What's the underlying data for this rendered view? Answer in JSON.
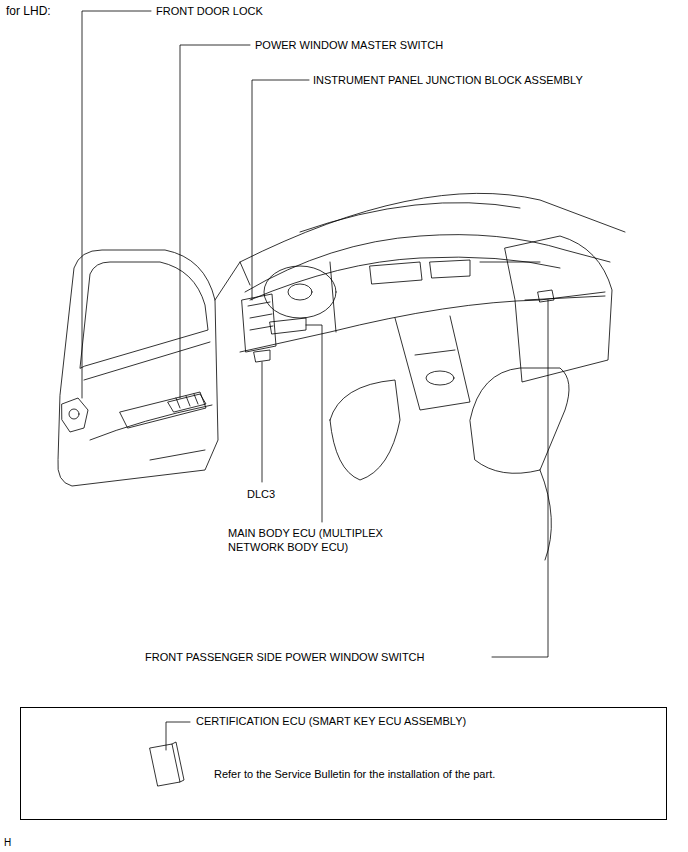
{
  "diagram": {
    "nodes": [
      {
        "text": [
          "CERTIFICATION ECU (SMART KEY ECU ASSEMBLY)",
          "Refer to the Service Bulletin for the installation of the part."
        ]
      }
    ],
    "edges": [],
    "labels": [
      "for LHD:",
      "FRONT DOOR LOCK",
      "POWER WINDOW MASTER SWITCH",
      "INSTRUMENT PANEL JUNCTION BLOCK ASSEMBLY",
      "DLC3",
      "MAIN BODY ECU (MULTIPLEX NETWORK BODY ECU)",
      "FRONT PASSENGER SIDE POWER WINDOW SWITCH",
      "H"
    ]
  }
}
